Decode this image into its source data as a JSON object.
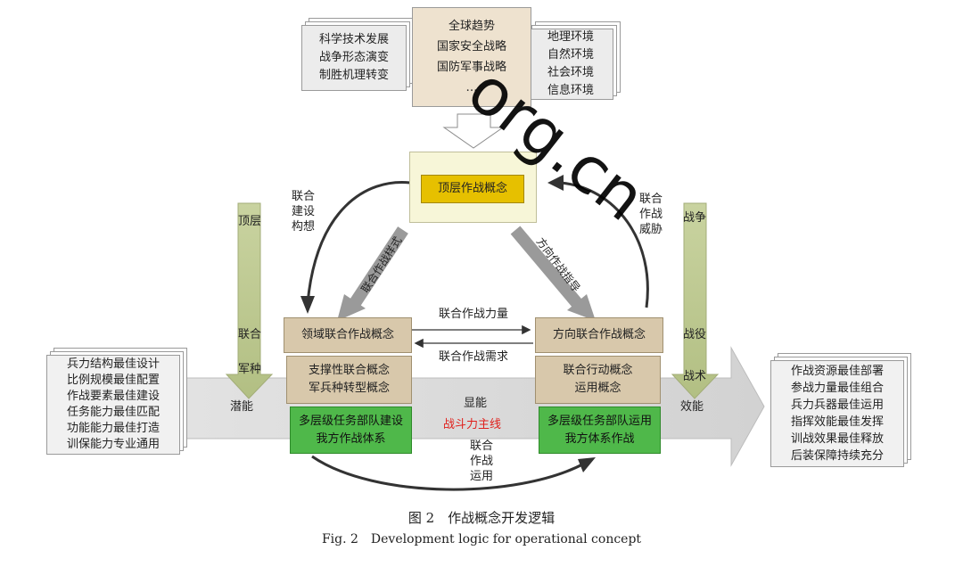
{
  "top_left_factors": [
    "科学技术发展",
    "战争形态演变",
    "制胜机理转变"
  ],
  "top_center_factors": [
    "全球趋势",
    "国家安全战略",
    "国防军事战略",
    "…"
  ],
  "top_right_factors": [
    "地理环境",
    "自然环境",
    "社会环境",
    "信息环境"
  ],
  "top_concept": "顶层作战概念",
  "left_arrow_label": [
    "联合",
    "建设",
    "构想"
  ],
  "right_arrow_label": [
    "联合",
    "作战",
    "威胁"
  ],
  "diag_left_label": "联合作战样式",
  "diag_right_label": "方向作战指导",
  "left_column": {
    "domain_concept": "领域联合作战概念",
    "support_concept": [
      "支撑性联合概念",
      "军兵种转型概念"
    ],
    "build_box": [
      "多层级任务部队建设",
      "我方作战体系"
    ]
  },
  "right_column": {
    "direction_concept": "方向联合作战概念",
    "action_concept": [
      "联合行动概念",
      "运用概念"
    ],
    "use_box": [
      "多层级任务部队运用",
      "我方体系作战"
    ]
  },
  "mid_arrow_top": "联合作战力量",
  "mid_arrow_bottom": "联合作战需求",
  "left_vertical": {
    "levels": [
      "顶层",
      "联合",
      "军种"
    ]
  },
  "right_vertical": {
    "levels": [
      "战争",
      "战役",
      "战术"
    ]
  },
  "main_arrow": {
    "left": "潜能",
    "center": "显能",
    "center_red": "战斗力主线",
    "right": "效能"
  },
  "bottom_arc_label": [
    "联合",
    "作战",
    "运用"
  ],
  "left_goals": [
    "兵力结构最佳设计",
    "比例规模最佳配置",
    "作战要素最佳建设",
    "任务能力最佳匹配",
    "功能能力最佳打造",
    "训保能力专业通用"
  ],
  "right_goals": [
    "作战资源最佳部署",
    "参战力量最佳组合",
    "兵力兵器最佳运用",
    "指挥效能最佳发挥",
    "训战效果最佳释放",
    "后装保障持续充分"
  ],
  "watermark": "org.cn",
  "caption_cn": "图 2　作战概念开发逻辑",
  "caption_en": "Fig. 2　Development logic for operational concept",
  "colors": {
    "tan": "#d8c8ab",
    "green": "#4fb84a",
    "yellow": "#e6c000",
    "cream": "#f7f6d8",
    "khaki": "#c9d3a0",
    "red": "#e0201c"
  }
}
